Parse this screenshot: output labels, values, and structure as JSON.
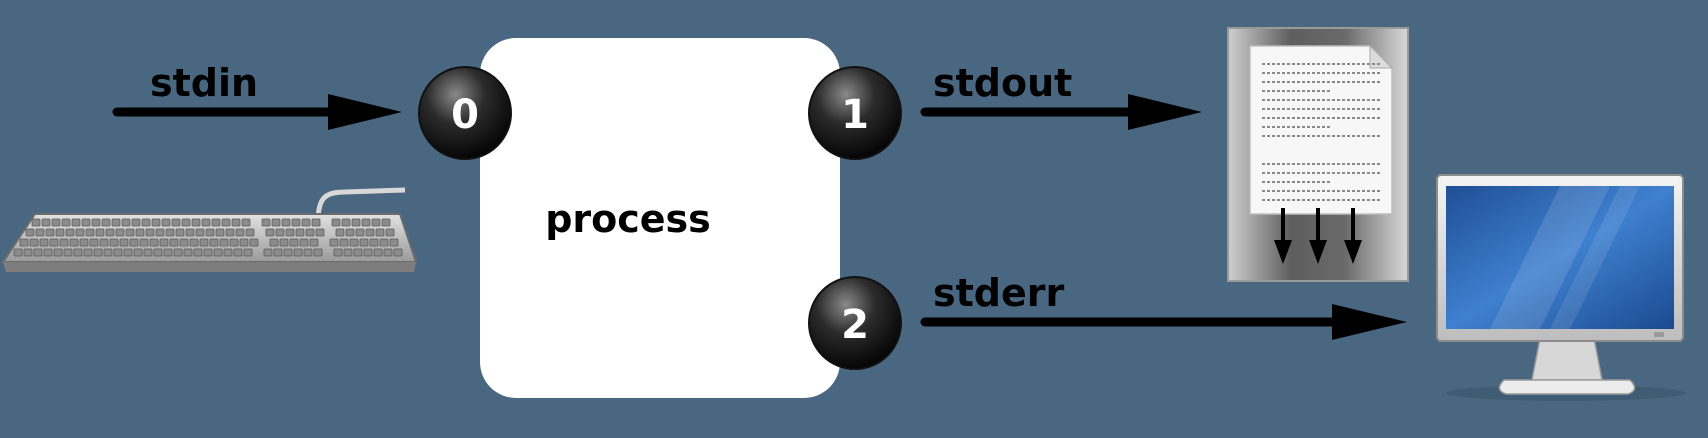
{
  "process_box": {
    "label": "process"
  },
  "streams": [
    {
      "name": "stdin",
      "fd": "0"
    },
    {
      "name": "stdout",
      "fd": "1"
    },
    {
      "name": "stderr",
      "fd": "2"
    }
  ],
  "devices": {
    "input": "keyboard-icon",
    "output_file": "document-icon",
    "output_screen": "monitor-icon"
  },
  "colors": {
    "background": "#4a6782",
    "process_fill": "#ffffff",
    "arrow": "#000000",
    "fd_badge": "#1a1a1a",
    "monitor_screen": "#2f67b0"
  }
}
